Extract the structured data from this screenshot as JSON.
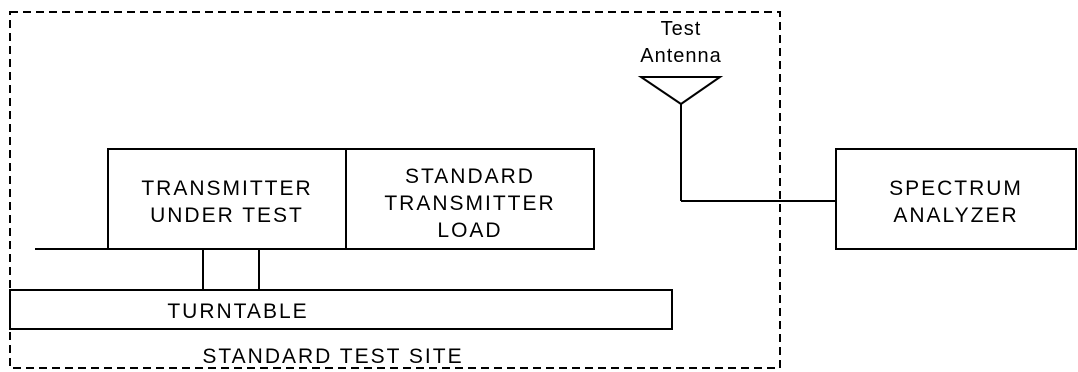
{
  "diagram": {
    "site_label": "STANDARD TEST SITE",
    "test_antenna": {
      "line1": "Test",
      "line2": "Antenna"
    },
    "transmitter": {
      "line1": "TRANSMITTER",
      "line2": "UNDER TEST"
    },
    "load": {
      "line1": "STANDARD",
      "line2": "TRANSMITTER",
      "line3": "LOAD"
    },
    "turntable": "TURNTABLE",
    "analyzer": {
      "line1": "SPECTRUM",
      "line2": "ANALYZER"
    }
  },
  "colors": {
    "line": "#000000",
    "background": "#ffffff"
  }
}
